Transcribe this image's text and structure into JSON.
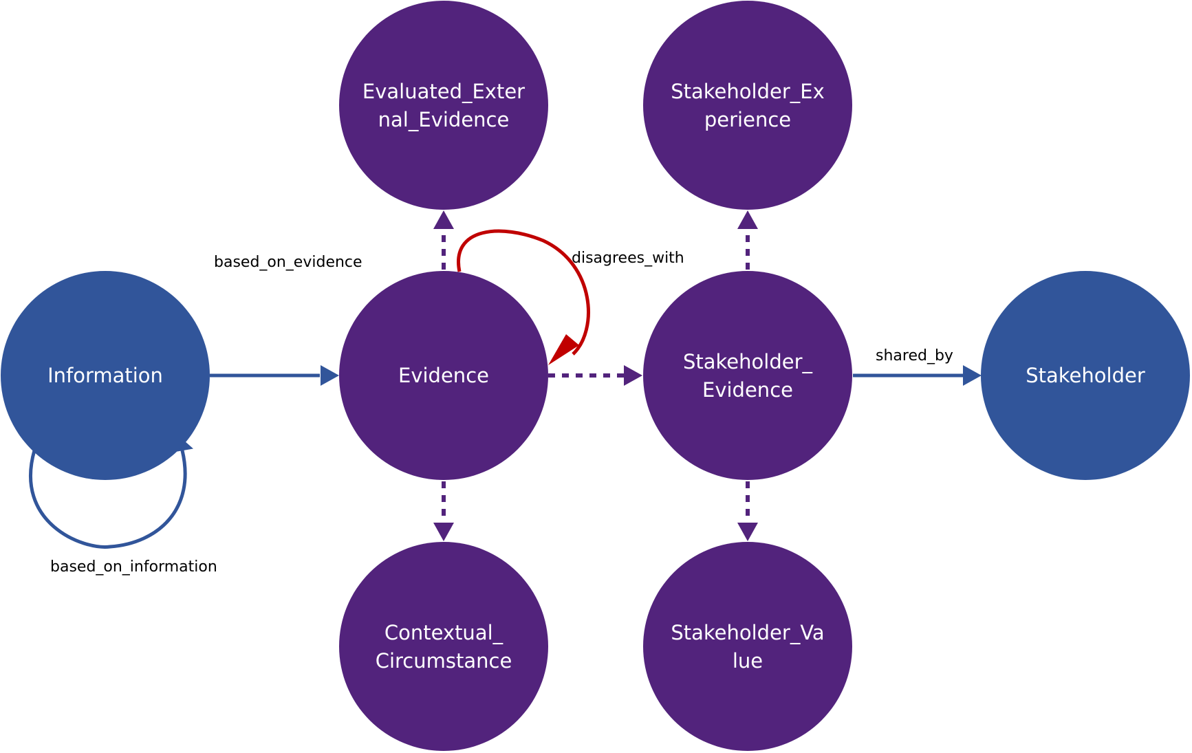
{
  "colors": {
    "blue_node": "#31559a",
    "purple_node": "#52237c",
    "blue_edge": "#31559a",
    "purple_edge": "#52237c",
    "red_edge": "#c00000",
    "background": "#ffffff"
  },
  "nodes": {
    "information": {
      "lines": [
        "Information"
      ],
      "color": "blue"
    },
    "evidence": {
      "lines": [
        "Evidence"
      ],
      "color": "purple"
    },
    "evaluated_external_evidence": {
      "lines": [
        "Evaluated_Exter",
        "nal_Evidence"
      ],
      "color": "purple"
    },
    "contextual_circumstance": {
      "lines": [
        "Contextual_",
        "Circumstance"
      ],
      "color": "purple"
    },
    "stakeholder_evidence": {
      "lines": [
        "Stakeholder_",
        "Evidence"
      ],
      "color": "purple"
    },
    "stakeholder_experience": {
      "lines": [
        "Stakeholder_Ex",
        "perience"
      ],
      "color": "purple"
    },
    "stakeholder_value": {
      "lines": [
        "Stakeholder_Va",
        "lue"
      ],
      "color": "purple"
    },
    "stakeholder": {
      "lines": [
        "Stakeholder"
      ],
      "color": "blue"
    }
  },
  "edges": {
    "based_on_information": {
      "label": "based_on_information",
      "from": "information",
      "to": "information",
      "style": "solid",
      "color": "blue"
    },
    "based_on_evidence": {
      "label": "based_on_evidence",
      "from": "information",
      "to": "evidence",
      "style": "solid",
      "color": "blue"
    },
    "disagrees_with": {
      "label": "disagrees_with",
      "from": "evidence",
      "to": "evidence",
      "style": "solid",
      "color": "red"
    },
    "shared_by": {
      "label": "shared_by",
      "from": "stakeholder_evidence",
      "to": "stakeholder",
      "style": "solid",
      "color": "blue"
    },
    "evidence_to_evaluated": {
      "from": "evidence",
      "to": "evaluated_external_evidence",
      "style": "dashed",
      "color": "purple"
    },
    "evidence_to_contextual": {
      "from": "evidence",
      "to": "contextual_circumstance",
      "style": "dashed",
      "color": "purple"
    },
    "evidence_to_stakeholder_evidence": {
      "from": "evidence",
      "to": "stakeholder_evidence",
      "style": "dashed",
      "color": "purple"
    },
    "stakeholder_evidence_to_experience": {
      "from": "stakeholder_evidence",
      "to": "stakeholder_experience",
      "style": "dashed",
      "color": "purple"
    },
    "stakeholder_evidence_to_value": {
      "from": "stakeholder_evidence",
      "to": "stakeholder_value",
      "style": "dashed",
      "color": "purple"
    }
  }
}
